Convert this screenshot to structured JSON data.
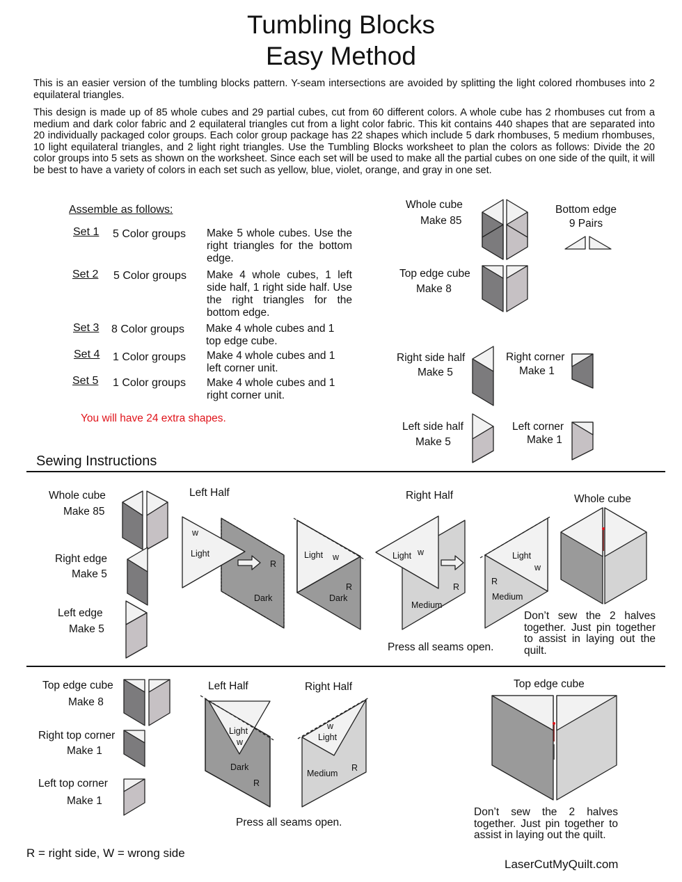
{
  "title_line1": "Tumbling Blocks",
  "title_line2": "Easy Method",
  "intro": "This is an easier version of the tumbling blocks pattern.  Y-seam intersections are avoided by splitting the light colored rhombuses into 2 equilateral triangles.",
  "description": "This design is made up of 85 whole cubes and 29 partial cubes, cut from 60 different colors.   A whole cube has 2 rhombuses cut from a medium and dark color fabric and 2 equilateral triangles cut from a light color fabric.  This kit contains 440 shapes that are separated into 20 individually packaged color groups.  Each color group package has 22 shapes which include 5 dark rhombuses, 5 medium rhombuses, 10 light equilateral triangles, and 2 light right triangles.  Use the Tumbling Blocks worksheet to plan the colors as follows:  Divide the 20 color groups into 5 sets as shown on the worksheet.  Since each set will be used to make all the partial cubes on one side of the quilt, it will be best to have a variety of colors in each set such as yellow, blue, violet, orange, and gray in one set.",
  "assemble_heading": "Assemble as follows:",
  "sets": [
    {
      "name": "Set 1",
      "groups": "5 Color groups",
      "instructions": "Make 5 whole cubes.  Use the right triangles for the bottom edge."
    },
    {
      "name": "Set 2",
      "groups": "5 Color groups",
      "instructions": "Make 4 whole cubes, 1 left side half, 1 right side half. Use the right triangles for the bottom edge."
    },
    {
      "name": "Set 3",
      "groups": "8 Color groups",
      "instructions": "Make 4 whole cubes and 1 top edge cube."
    },
    {
      "name": "Set 4",
      "groups": "1 Color groups",
      "instructions": "Make 4 whole cubes and 1 left corner unit."
    },
    {
      "name": "Set 5",
      "groups": "1 Color groups",
      "instructions": "Make 4 whole cubes and 1 right corner unit."
    }
  ],
  "extra_note": "You will have 24 extra shapes.",
  "top_labels": {
    "whole_cube": "Whole cube",
    "whole_cube_make": "Make 85",
    "bottom_edge": "Bottom edge",
    "bottom_edge_make": "9 Pairs",
    "top_edge_cube": "Top edge cube",
    "top_edge_make": "Make 8",
    "right_side_half": "Right side half",
    "right_side_make": "Make 5",
    "right_corner": "Right corner",
    "right_corner_make": "Make 1",
    "left_side_half": "Left side half",
    "left_side_make": "Make 5",
    "left_corner": "Left corner",
    "left_corner_make": "Make 1"
  },
  "sewing_heading": "Sewing Instructions",
  "sec1": {
    "whole_cube": "Whole cube",
    "whole_cube_make": "Make 85",
    "right_edge": "Right edge",
    "right_edge_make": "Make 5",
    "left_edge": "Left edge",
    "left_edge_make": "Make 5",
    "left_half": "Left Half",
    "right_half": "Right Half",
    "whole_cube_title": "Whole cube",
    "press": "Press all seams open.",
    "dont_sew": "Don’t sew the 2 halves together.  Just pin together to assist in laying out the quilt."
  },
  "sec2": {
    "top_edge_cube": "Top edge cube",
    "top_edge_make": "Make 8",
    "right_top_corner": "Right top corner",
    "right_top_make": "Make 1",
    "left_top_corner": "Left top corner",
    "left_top_make": "Make 1",
    "left_half": "Left Half",
    "right_half": "Right Half",
    "top_edge_title": "Top edge cube",
    "press": "Press all seams open.",
    "dont_sew": "Don’t sew the 2 halves together.  Just pin together to assist in laying out the quilt."
  },
  "fig_labels": {
    "w": "w",
    "light": "Light",
    "dark": "Dark",
    "medium": "Medium",
    "r": "R"
  },
  "legend": "R = right side, W = wrong side",
  "website": "LaserCutMyQuilt.com",
  "colors": {
    "light": "#f2f2f2",
    "medium": "#c6c1c4",
    "dark": "#7c7b7d",
    "gray": "#9a9a9a",
    "lightgray": "#d4d4d4",
    "red": "#e0141b"
  }
}
